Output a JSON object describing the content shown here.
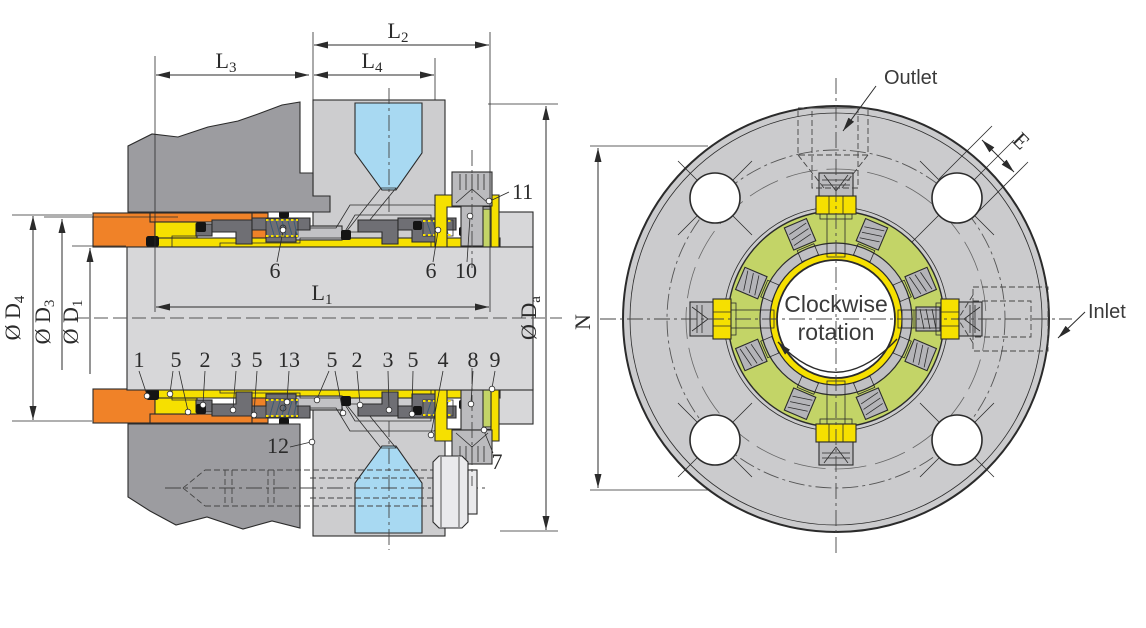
{
  "section_view": {
    "dim_l1": {
      "base": "L",
      "sub": "1"
    },
    "dim_l2": {
      "base": "L",
      "sub": "2"
    },
    "dim_l3": {
      "base": "L",
      "sub": "3"
    },
    "dim_l4": {
      "base": "L",
      "sub": "4"
    },
    "dim_d1": {
      "base": "Ø D",
      "sub": "1"
    },
    "dim_d3": {
      "base": "Ø D",
      "sub": "3"
    },
    "dim_d4": {
      "base": "Ø D",
      "sub": "4"
    },
    "dim_da": {
      "base": "Ø D",
      "sub": "a"
    },
    "part_labels_bottom": [
      "1",
      "5",
      "2",
      "3",
      "5",
      "13",
      "5",
      "2",
      "3",
      "5",
      "4",
      "8",
      "9"
    ],
    "part_labels_top": [
      "6",
      "6",
      "10",
      "11"
    ],
    "part_label_12": "12",
    "part_label_7": "7"
  },
  "front_view": {
    "outlet_label": "Outlet",
    "inlet_label": "Inlet",
    "rotation_label_line1": "Clockwise",
    "rotation_label_line2": "rotation",
    "dim_n": "N",
    "dim_e": "E"
  },
  "colors": {
    "housing_gray": "#9c9ca0",
    "gland_gray": "#cdcdcf",
    "shaft_gray": "#d7d7d9",
    "seal_face_gray": "#6f6f74",
    "spacer_gray": "#c2c2c5",
    "sleeve_orange": "#f08228",
    "sleeve_yellow": "#f6e000",
    "flush_blue": "#a8d9f2",
    "spring_blue": "#8fc3e3",
    "gland_green": "#c3d467",
    "flange_gray": "#cbcbcd",
    "line": "#2b2b2b"
  }
}
